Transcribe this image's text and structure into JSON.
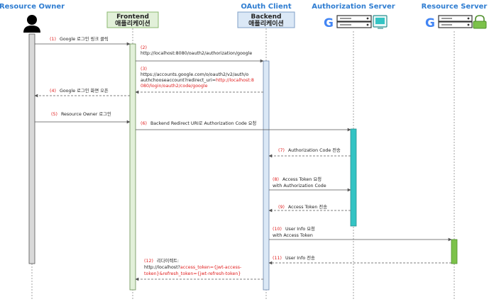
{
  "participants": {
    "owner": {
      "title": "Resource Owner",
      "color": "#2f7dd1"
    },
    "frontend": {
      "line1": "Frontend",
      "line2": "애플리케이션",
      "fill": "#e2f0d9",
      "stroke": "#8bb86f"
    },
    "backend": {
      "caption": "OAuth Client",
      "line1": "Backend",
      "line2": "애플리케이션",
      "fill": "#dbe8f6",
      "stroke": "#7f9fc7"
    },
    "auth": {
      "title": "Authorization Server",
      "color": "#2f7dd1"
    },
    "resource": {
      "title": "Resource Server",
      "color": "#2f7dd1"
    }
  },
  "logo": {
    "google_letter": "G"
  },
  "colors": {
    "number": "#e02020",
    "text": "#222222",
    "url_red": "#e02020",
    "owner_activation": "#d9d9d9",
    "frontend_activation": "#e2f0d9",
    "backend_activation": "#dbe8f6",
    "auth_activation": "#33c4c4",
    "resource_activation": "#7cc24a",
    "arrow": "#555555"
  },
  "messages": {
    "m1": {
      "num": "(1)",
      "text": "Google 로그인 링크 클릭"
    },
    "m2": {
      "num": "(2)",
      "text": "http://localhost:8080/oauth2/authorization/google"
    },
    "m3": {
      "num": "(3)",
      "line1": "https://accounts.google.com/o/oauth2/v2/auth/o",
      "line2a": "authchooseaccount?redirect_uri=",
      "line2b": "http://localhost:8",
      "line3": "080/login/oauth2/code/google"
    },
    "m4": {
      "num": "(4)",
      "text": "Google 로그인 화면 오픈"
    },
    "m5": {
      "num": "(5)",
      "text": "Resource Owner 로그인"
    },
    "m6": {
      "num": "(6)",
      "text": "Backend Redirect URI로 Authorization Code 요청"
    },
    "m7": {
      "num": "(7)",
      "text": "Authorization Code 전송"
    },
    "m8": {
      "num": "(8)",
      "line1": "Access Token 요청",
      "line2": "with Authorization Code"
    },
    "m9": {
      "num": "(9)",
      "text": "Access Token 전송"
    },
    "m10": {
      "num": "(10)",
      "line1": "User Info 요청",
      "line2": "with Access Token"
    },
    "m11": {
      "num": "(11)",
      "text": "User Info 전송"
    },
    "m12": {
      "num": "(12)",
      "line1": "리다이렉트:",
      "line2a": "http://localhost?",
      "line2b": "access_token={jwt-access-",
      "line3": "token}&refresh_token={jwt-refresh-token}"
    }
  }
}
